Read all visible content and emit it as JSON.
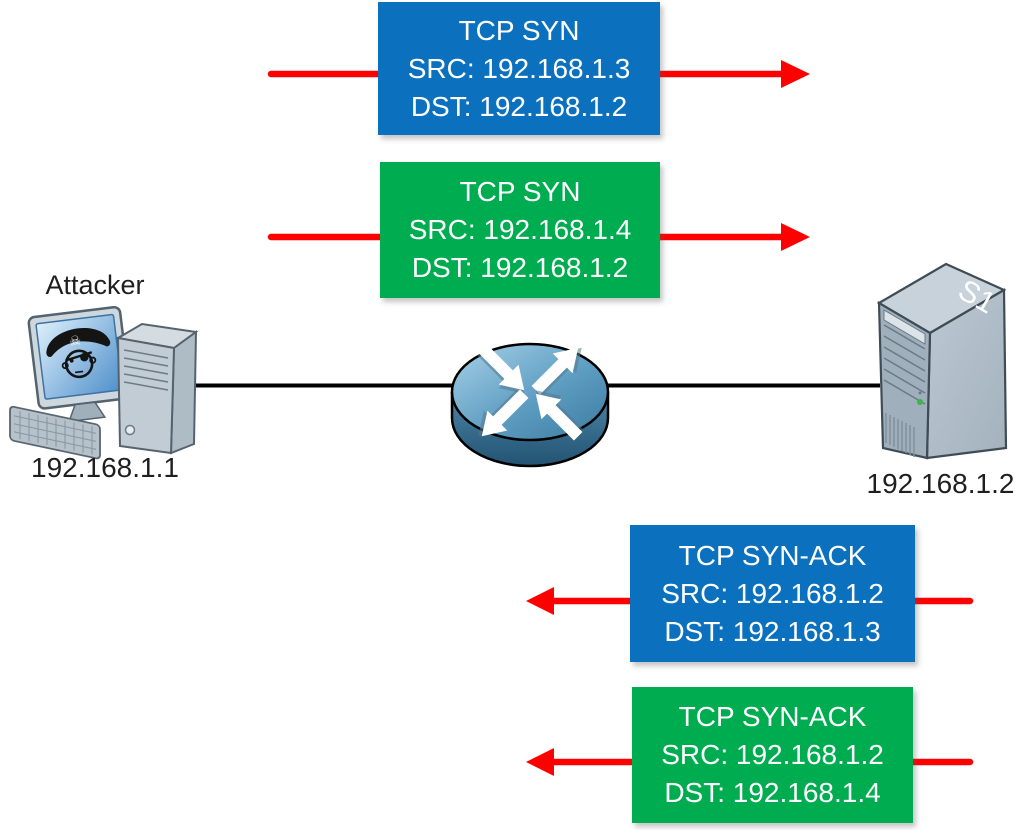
{
  "packets": [
    {
      "title": "TCP SYN",
      "src": "SRC: 192.168.1.3",
      "dst": "DST: 192.168.1.2",
      "color": "#0B71BF",
      "direction": "right"
    },
    {
      "title": "TCP SYN",
      "src": "SRC: 192.168.1.4",
      "dst": "DST: 192.168.1.2",
      "color": "#00AC50",
      "direction": "right"
    },
    {
      "title": "TCP SYN-ACK",
      "src": "SRC: 192.168.1.2",
      "dst": "DST: 192.168.1.3",
      "color": "#0B71BF",
      "direction": "left"
    },
    {
      "title": "TCP SYN-ACK",
      "src": "SRC: 192.168.1.2",
      "dst": "DST: 192.168.1.4",
      "color": "#00AC50",
      "direction": "left"
    }
  ],
  "nodes": {
    "attacker": {
      "label": "Attacker",
      "ip": "192.168.1.1"
    },
    "server": {
      "label": "S1",
      "ip": "192.168.1.2"
    }
  },
  "colors": {
    "packet_blue": "#0B71BF",
    "packet_green": "#00AC50",
    "arrow_red": "#FF0000",
    "link_line": "#000000"
  }
}
